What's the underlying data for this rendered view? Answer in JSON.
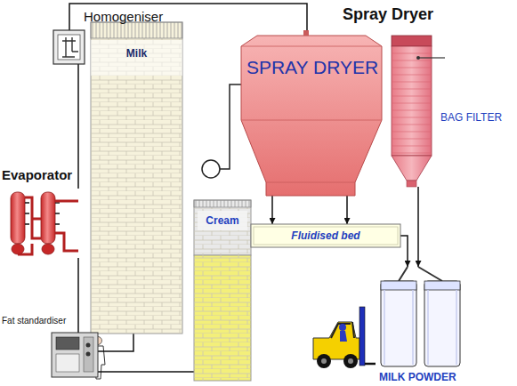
{
  "diagram": {
    "title": "Spray Dryer",
    "nodes": [
      {
        "text": [
          "Homogeniser"
        ]
      },
      {
        "text": [
          "SPRAY DRYER"
        ]
      },
      {
        "text": [
          "BAG FILTER"
        ]
      },
      {
        "text": [
          "Evaporator"
        ]
      },
      {
        "text": [
          "Milk"
        ]
      },
      {
        "text": [
          "Cream"
        ]
      },
      {
        "text": [
          "Fluidised bed"
        ]
      },
      {
        "text": [
          "Fat standardiser"
        ]
      },
      {
        "text": [
          "MILK POWDER"
        ]
      }
    ],
    "edges": [
      {
        "from": 4,
        "to": 7,
        "arrow": "none"
      },
      {
        "from": 5,
        "to": 7,
        "arrow": "none"
      },
      {
        "from": 7,
        "to": 3,
        "arrow": "none"
      },
      {
        "from": 3,
        "to": 0,
        "arrow": "none"
      },
      {
        "from": 0,
        "to": 1,
        "arrow": "none"
      },
      {
        "from": 1,
        "to": 6,
        "arrow": "to"
      },
      {
        "from": 1,
        "to": 6,
        "arrow": "to"
      },
      {
        "from": 2,
        "to": 8,
        "arrow": "to"
      },
      {
        "from": 6,
        "to": 8,
        "arrow": "to"
      }
    ]
  }
}
